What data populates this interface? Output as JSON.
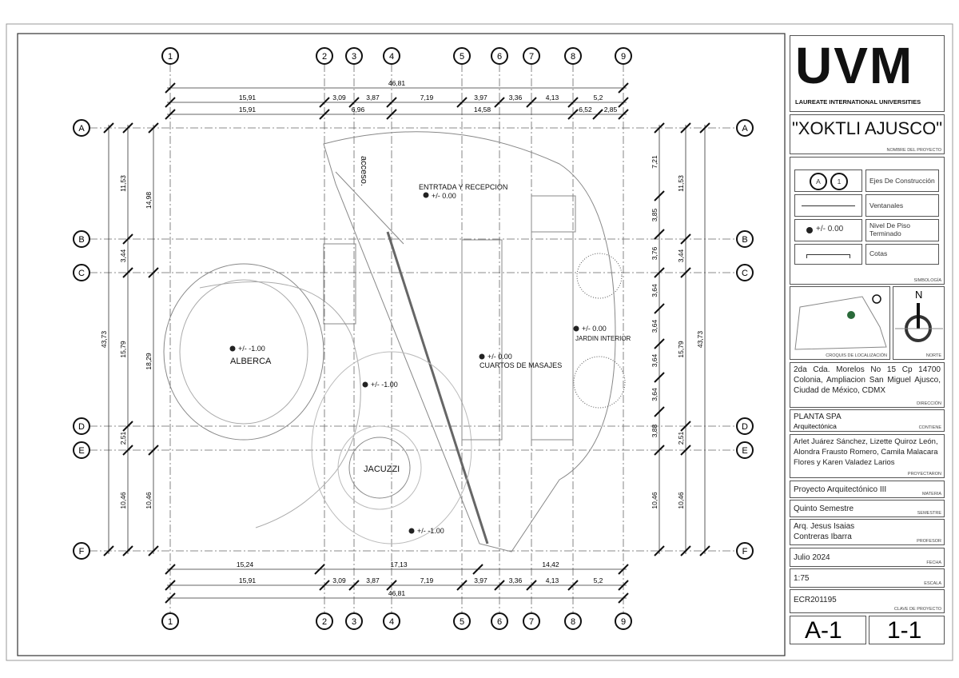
{
  "axes": {
    "columns": [
      "1",
      "2",
      "3",
      "4",
      "5",
      "6",
      "7",
      "8",
      "9"
    ],
    "rows": [
      "A",
      "B",
      "C",
      "D",
      "E",
      "F"
    ]
  },
  "dimensions": {
    "top_total": "46,81",
    "top_row": [
      "15,91",
      "3,09",
      "3,87",
      "7,19",
      "3,97",
      "3,36",
      "4,13",
      "5,2"
    ],
    "top_row2": [
      "15,91",
      "6,96",
      "14,58",
      "6,52",
      "2,85"
    ],
    "bottom_row1": [
      "15,24",
      "17,13",
      "14,42"
    ],
    "bottom_row2": [
      "15,91",
      "3,09",
      "3,87",
      "7,19",
      "3,97",
      "3,36",
      "4,13",
      "5,2"
    ],
    "bottom_total": "46,81",
    "left_inner": [
      "11,53",
      "3,44",
      "15,79",
      "2,51",
      "10,46"
    ],
    "left_middle": [
      "14,98",
      "18,29",
      "10,46"
    ],
    "left_total": "43,73",
    "right_inner": [
      "7,21",
      "3,85",
      "3,76",
      "3,64",
      "3,64",
      "3,64",
      "3,64",
      "3,88",
      "10,46"
    ],
    "right_middle": [
      "11,53",
      "3,44",
      "15,79",
      "2,51",
      "10,46"
    ],
    "right_total": "43,73"
  },
  "rooms": {
    "reception": "ENTRTADA Y RECEPCION",
    "reception_level": "+/-  0.00",
    "access": "acceso.",
    "pool": "ALBERCA",
    "pool_level": "+/-  -1.00",
    "deck_level": "+/-  -1.00",
    "jacuzzi": "JACUZZI",
    "jacuzzi_level": "+/-  -1.00",
    "massage": "CUARTOS DE MASAJES",
    "massage_level": "+/-  0.00",
    "garden": "JARDIN INTERIOR",
    "garden_level": "+/-  0.00"
  },
  "title_block": {
    "logo": "UVM",
    "logo_sub": "LAUREATE INTERNATIONAL UNIVERSITIES",
    "project_name": "\"XOKTLI AJUSCO\"",
    "project_name_caption": "NOMBRE DEL PROYECTO",
    "legend": {
      "axes_label": "Ejes De Construcción",
      "axis_a": "A",
      "axis_1": "1",
      "windows_label": "Ventanales",
      "level_symbol": "+/-  0.00",
      "level_label": "Nivel De Piso Terminado",
      "dims_label": "Cotas",
      "caption": "SIMBOLOGÍA"
    },
    "location_caption": "CROQUIS DE LOCALIZACIÓN",
    "north_letter": "N",
    "north_caption": "NORTE",
    "address": "2da Cda. Morelos No 15 Cp 14700 Colonia, Ampliacion San Miguel Ajusco, Ciudad de México, CDMX",
    "address_caption": "DIRECCIÓN",
    "contains": "PLANTA SPA",
    "contains_sub": "Arquitectónica",
    "contains_caption": "CONTIENE",
    "authors": "Arlet Juárez Sánchez, Lizette Quiroz León, Alondra Frausto Romero, Camila Malacara Flores y Karen Valadez Larios",
    "authors_caption": "PROYECTARON",
    "subject": "Proyecto Arquitectónico III",
    "subject_caption": "MATERIA",
    "semester": "Quinto Semestre",
    "semester_caption": "SEMESTRE",
    "professor": "Arq. Jesus Isaias Contreras Ibarra",
    "professor_caption": "PROFESOR",
    "date": "Julio 2024",
    "date_caption": "FECHA",
    "scale": "1:75",
    "scale_caption": "ESCALA",
    "project_key": "ECR201195",
    "project_key_caption": "CLAVE DE PROYECTO",
    "sheet": "A-1",
    "sheet_count": "1-1"
  }
}
